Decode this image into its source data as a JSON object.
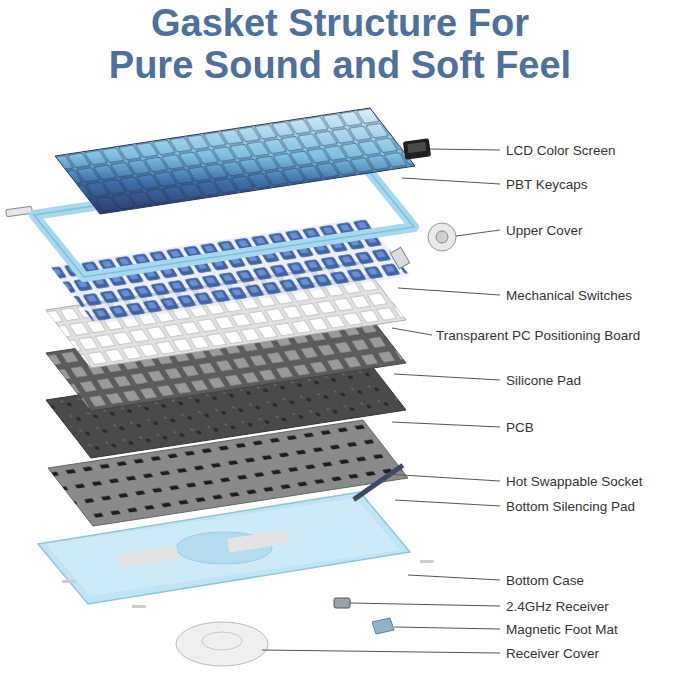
{
  "diagram": {
    "title": "Gasket Structure For Pure Sound and Soft Feel",
    "labels": [
      "LCD Color Screen",
      "PBT Keycaps",
      "Upper Cover",
      "Mechanical Switches",
      "Transparent PC Positioning Board",
      "Silicone Pad",
      "PCB",
      "Hot Swappable Socket",
      "Bottom Silencing Pad",
      "Bottom Case",
      "2.4GHz Receiver",
      "Magnetic Foot Mat",
      "Receiver Cover"
    ]
  }
}
